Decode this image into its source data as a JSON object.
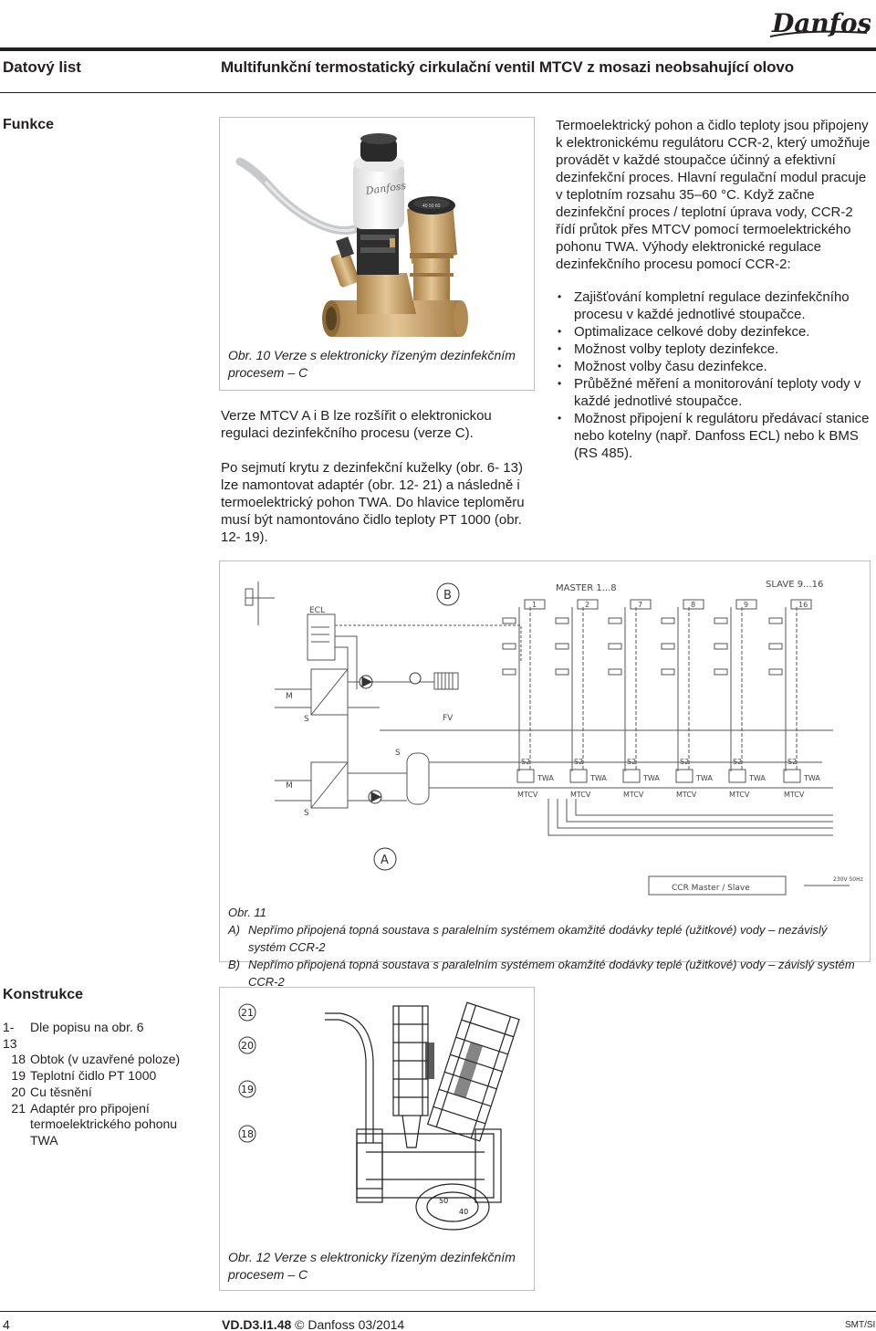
{
  "header": {
    "brand": "Danfoss",
    "doc_type": "Datový list",
    "title": "Multifunkční termostatický cirkulační ventil MTCV z mosazi neobsahující olovo"
  },
  "funkce": {
    "section_title": "Funkce",
    "fig10_caption": "Obr. 10 Verze s elektronicky řízeným dezinfekčním procesem – C",
    "left_paragraphs": [
      "Verze MTCV A i B lze rozšířit o elektronickou regulaci dezinfekčního procesu (verze C).",
      "Po sejmutí krytu z dezinfekční kuželky (obr. 6- 13) lze namontovat adaptér (obr. 12- 21) a následně i termoelektrický pohon TWA. Do hlavice teploměru musí být namontováno čidlo teploty PT 1000 (obr. 12- 19)."
    ],
    "right_paragraph": "Termoelektrický pohon a čidlo teploty jsou připojeny k elektronickému regulátoru CCR-2, který umožňuje provádět v každé stoupačce účinný a efektivní dezinfekční proces. Hlavní regulační modul pracuje v teplotním rozsahu 35–60 °C. Když začne dezinfekční proces / teplotní úprava vody, CCR-2 řídí průtok přes MTCV pomocí termoelektrického pohonu TWA. Výhody elektronické regulace dezinfekčního procesu pomocí CCR-2:",
    "bullets": [
      "Zajišťování kompletní regulace dezinfekčního procesu v každé jednotlivé stoupačce.",
      "Optimalizace celkové doby dezinfekce.",
      "Možnost volby teploty dezinfekce.",
      "Možnost volby času dezinfekce.",
      "Průběžné měření a monitorování teploty vody v každé jednotlivé stoupačce.",
      "Možnost připojení k regulátoru předávací stanice nebo kotelny (např. Danfoss ECL) nebo k BMS (RS 485)."
    ]
  },
  "fig11": {
    "label_b": "B",
    "label_a": "A",
    "master": "MASTER 1...8",
    "slave": "SLAVE 9...16",
    "riser_numbers": [
      "1",
      "2",
      "7",
      "8",
      "9",
      "16"
    ],
    "ecl": "ECL",
    "ccr_box": "CCR Master / Slave",
    "voltage": "230V 50Hz",
    "twa": "TWA",
    "mtcv": "MTCV",
    "s2": "S2",
    "sym_m": "M",
    "sym_s": "S",
    "sym_a": "A",
    "sym_fv": "FV",
    "caption_title": "Obr. 11",
    "caption_a_key": "A)",
    "caption_a": "Nepřímo připojená topná soustava s paralelním systémem okamžité dodávky teplé (užitkové) vody – nezávislý systém CCR-2",
    "caption_b_key": "B)",
    "caption_b": "Nepřímo připojená topná soustava s paralelním systémem okamžité dodávky teplé (užitkové) vody – závislý systém CCR-2"
  },
  "konstrukce": {
    "section_title": "Konstrukce",
    "parts": [
      {
        "num": "1-13",
        "text": "Dle popisu na obr. 6"
      },
      {
        "num": "18",
        "text": "Obtok (v uzavřené poloze)"
      },
      {
        "num": "19",
        "text": "Teplotní čidlo PT 1000"
      },
      {
        "num": "20",
        "text": "Cu těsnění"
      },
      {
        "num": "21",
        "text": "Adaptér pro připojení termoelektrického pohonu TWA"
      }
    ],
    "callouts": [
      "21",
      "20",
      "19",
      "18"
    ],
    "dial_marks": [
      "50",
      "40"
    ],
    "fig12_caption": "Obr. 12 Verze s elektronicky řízeným dezinfekčním procesem – C"
  },
  "footer": {
    "page": "4",
    "code": "VD.D3.I1.48",
    "copyright": "© Danfoss 03/2014",
    "smt": "SMT/SI"
  },
  "colors": {
    "text": "#231f20",
    "brass": "#c9a46a",
    "actuator_white": "#f4f4f4",
    "frame": "#bdbdbd"
  }
}
